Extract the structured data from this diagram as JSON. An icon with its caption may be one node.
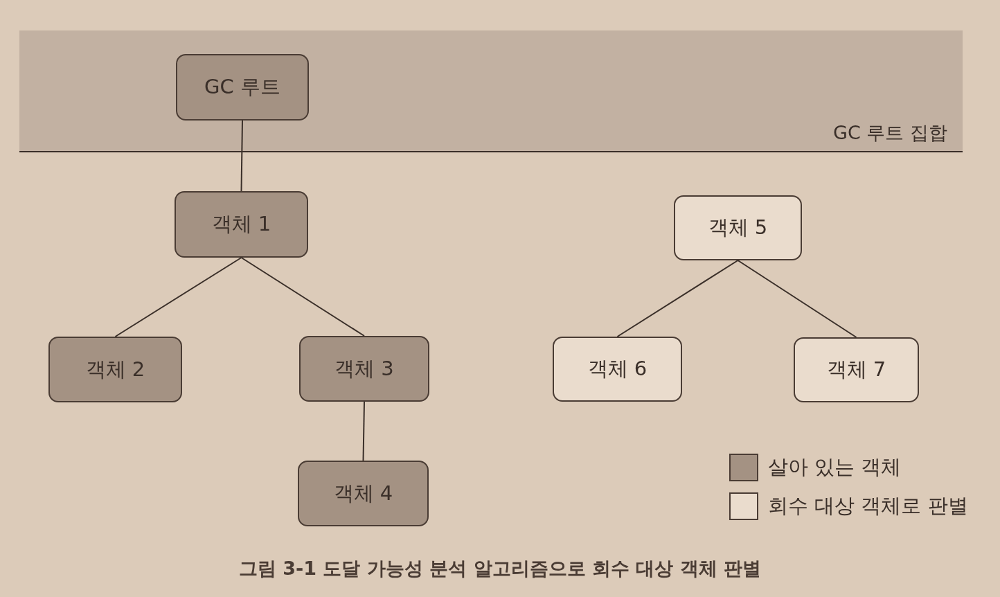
{
  "diagram": {
    "caption": "그림 3-1 도달 가능성 분석 알고리즘으로 회수 대상 객체 판별",
    "nodes": [
      {
        "text": [
          "GC 루트 집합"
        ]
      },
      {
        "text": [
          "GC 루트"
        ],
        "in": 0
      },
      {
        "text": [
          "객체 1"
        ]
      },
      {
        "text": [
          "객체 5"
        ]
      },
      {
        "text": [
          "객체 2"
        ]
      },
      {
        "text": [
          "객체 3"
        ]
      },
      {
        "text": [
          "객체 6"
        ]
      },
      {
        "text": [
          "객체 7"
        ]
      },
      {
        "text": [
          "객체 4"
        ]
      }
    ],
    "edges": [
      {
        "from": 1,
        "to": 2,
        "arrow": "none"
      },
      {
        "from": 2,
        "to": 4,
        "arrow": "none"
      },
      {
        "from": 2,
        "to": 5,
        "arrow": "none"
      },
      {
        "from": 5,
        "to": 8,
        "arrow": "none"
      },
      {
        "from": 3,
        "to": 6,
        "arrow": "none"
      },
      {
        "from": 3,
        "to": 7,
        "arrow": "none"
      }
    ],
    "legend": [
      {
        "text": "살아 있는 객체",
        "color": "#a49283"
      },
      {
        "text": "회수 대상 객체로 판별",
        "color": "#eadccd"
      }
    ]
  }
}
